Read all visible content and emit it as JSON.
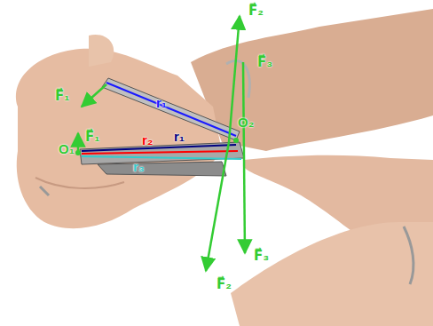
{
  "diagram": {
    "labels": [
      "F⃗₁",
      "F⃗₁",
      "F⃗₂",
      "F⃗₂",
      "F⃗₃",
      "F⃗₃",
      "r₁",
      "r₁",
      "r₂",
      "r₃",
      "O₁",
      "O₂"
    ]
  }
}
